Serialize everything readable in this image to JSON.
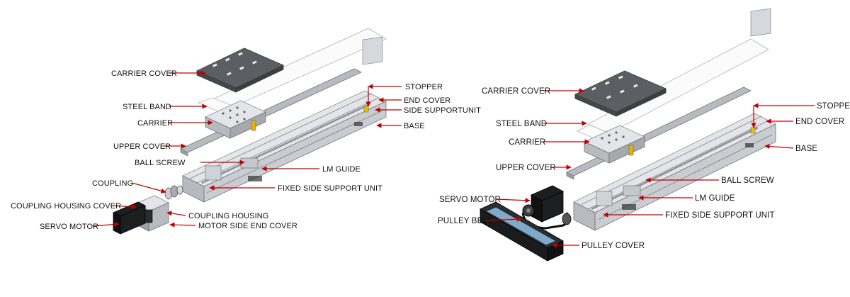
{
  "colors": {
    "leader_line": "#c00000",
    "label_text": "#111111",
    "background": "#ffffff"
  },
  "left_view": {
    "labels": {
      "carrier_cover": "CARRIER COVER",
      "steel_band": "STEEL BAND",
      "carrier": "CARRIER",
      "upper_cover": "UPPER COVER",
      "ball_screw": "BALL SCREW",
      "coupling": "COUPLING",
      "coupling_housing_cover": "COUPLING HOUSING COVER",
      "servo_motor": "SERVO MOTOR",
      "stopper": "STOPPER",
      "end_cover": "END COVER",
      "side_support_unit": "SIDE SUPPORTUNIT",
      "base": "BASE",
      "lm_guide": "LM GUIDE",
      "fixed_side_support_unit": "FIXED SIDE SUPPORT UNIT",
      "coupling_housing": "COUPLING HOUSING",
      "motor_side_end_cover": "MOTOR SIDE END COVER"
    }
  },
  "right_view": {
    "labels": {
      "carrier_cover": "CARRIER COVER",
      "steel_band": "STEEL BAND",
      "carrier": "CARRIER",
      "upper_cover": "UPPER COVER",
      "stopper": "STOPPER",
      "end_cover": "END COVER",
      "base": "BASE",
      "ball_screw": "BALL SCREW",
      "lm_guide": "LM GUIDE",
      "fixed_side_support_unit": "FIXED SIDE SUPPORT UNIT",
      "servo_motor": "SERVO MOTOR",
      "pulley_belt": "PULLEY BELT",
      "pulley_cover": "PULLEY COVER"
    }
  }
}
